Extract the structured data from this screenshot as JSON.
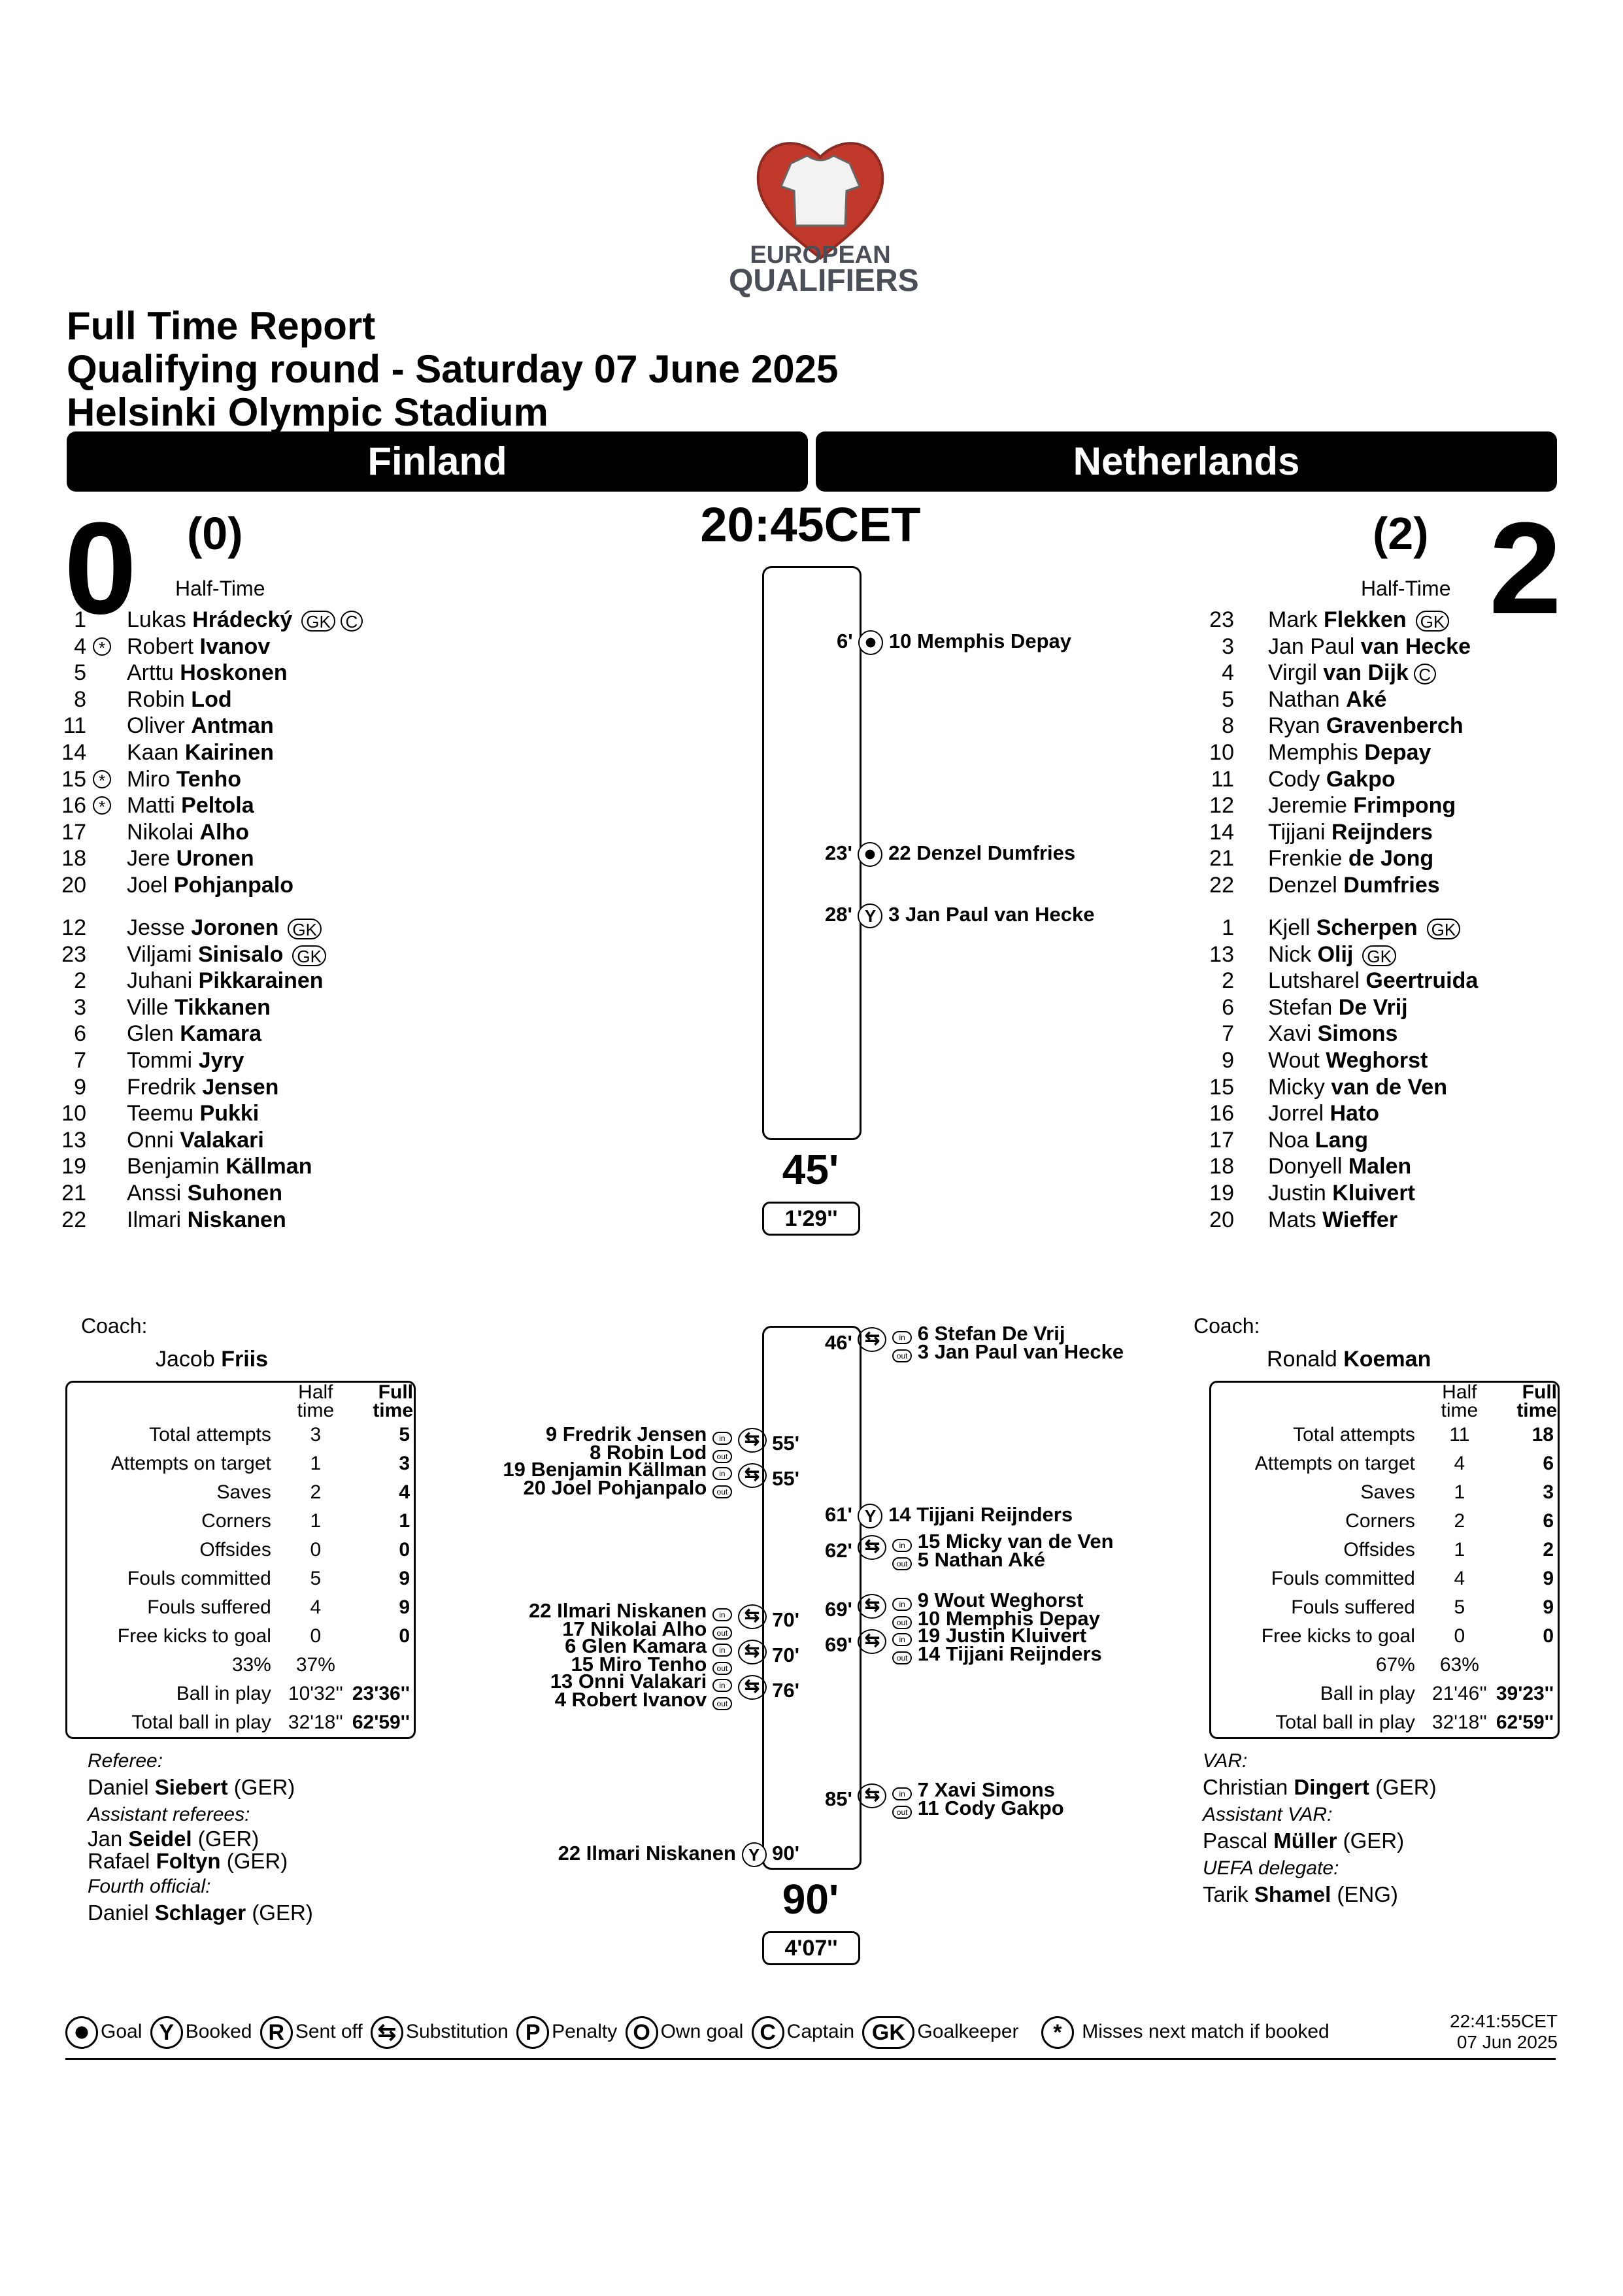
{
  "logo": {
    "line1": "EUROPEAN",
    "line2": "QUALIFIERS"
  },
  "header": {
    "title": "Full Time Report",
    "subtitle": "Qualifying round - Saturday 07 June 2025",
    "venue": "Helsinki Olympic Stadium"
  },
  "home": {
    "name": "Finland",
    "score": "0",
    "ht_score": "(0)",
    "ht_label": "Half-Time",
    "starters": [
      {
        "num": "1",
        "first": "Lukas",
        "last": "Hrádecký",
        "gk": "GK",
        "cap": "C"
      },
      {
        "num": "4",
        "first": "Robert",
        "last": "Ivanov",
        "susp": "*"
      },
      {
        "num": "5",
        "first": "Arttu",
        "last": "Hoskonen"
      },
      {
        "num": "8",
        "first": "Robin",
        "last": "Lod"
      },
      {
        "num": "11",
        "first": "Oliver",
        "last": "Antman"
      },
      {
        "num": "14",
        "first": "Kaan",
        "last": "Kairinen"
      },
      {
        "num": "15",
        "first": "Miro",
        "last": "Tenho",
        "susp": "*"
      },
      {
        "num": "16",
        "first": "Matti",
        "last": "Peltola",
        "susp": "*"
      },
      {
        "num": "17",
        "first": "Nikolai",
        "last": "Alho"
      },
      {
        "num": "18",
        "first": "Jere",
        "last": "Uronen"
      },
      {
        "num": "20",
        "first": "Joel",
        "last": "Pohjanpalo"
      }
    ],
    "subs": [
      {
        "num": "12",
        "first": "Jesse",
        "last": "Joronen",
        "gk": "GK"
      },
      {
        "num": "23",
        "first": "Viljami",
        "last": "Sinisalo",
        "gk": "GK"
      },
      {
        "num": "2",
        "first": "Juhani",
        "last": "Pikkarainen"
      },
      {
        "num": "3",
        "first": "Ville",
        "last": "Tikkanen"
      },
      {
        "num": "6",
        "first": "Glen",
        "last": "Kamara"
      },
      {
        "num": "7",
        "first": "Tommi",
        "last": "Jyry"
      },
      {
        "num": "9",
        "first": "Fredrik",
        "last": "Jensen"
      },
      {
        "num": "10",
        "first": "Teemu",
        "last": "Pukki"
      },
      {
        "num": "13",
        "first": "Onni",
        "last": "Valakari"
      },
      {
        "num": "19",
        "first": "Benjamin",
        "last": "Källman"
      },
      {
        "num": "21",
        "first": "Anssi",
        "last": "Suhonen"
      },
      {
        "num": "22",
        "first": "Ilmari",
        "last": "Niskanen"
      }
    ],
    "coach_label": "Coach:",
    "coach_first": "Jacob",
    "coach_last": "Friis",
    "stats": [
      [
        "Total attempts",
        "3",
        "5"
      ],
      [
        "Attempts on target",
        "1",
        "3"
      ],
      [
        "Saves",
        "2",
        "4"
      ],
      [
        "Corners",
        "1",
        "1"
      ],
      [
        "Offsides",
        "0",
        "0"
      ],
      [
        "Fouls committed",
        "5",
        "9"
      ],
      [
        "Fouls suffered",
        "4",
        "9"
      ],
      [
        "Free kicks to goal",
        "0",
        "0"
      ],
      [
        "33%",
        "37%",
        ""
      ],
      [
        "Ball in play",
        "10'32''",
        "23'36''"
      ],
      [
        "Total ball in play",
        "32'18''",
        "62'59''"
      ]
    ]
  },
  "away": {
    "name": "Netherlands",
    "score": "2",
    "ht_score": "(2)",
    "ht_label": "Half-Time",
    "starters": [
      {
        "num": "23",
        "first": "Mark",
        "last": "Flekken",
        "gk": "GK"
      },
      {
        "num": "3",
        "first": "Jan Paul",
        "last": "van Hecke"
      },
      {
        "num": "4",
        "first": "Virgil",
        "last": "van Dijk",
        "cap": "C"
      },
      {
        "num": "5",
        "first": "Nathan",
        "last": "Aké"
      },
      {
        "num": "8",
        "first": "Ryan",
        "last": "Gravenberch"
      },
      {
        "num": "10",
        "first": "Memphis",
        "last": "Depay"
      },
      {
        "num": "11",
        "first": "Cody",
        "last": "Gakpo"
      },
      {
        "num": "12",
        "first": "Jeremie",
        "last": "Frimpong"
      },
      {
        "num": "14",
        "first": "Tijjani",
        "last": "Reijnders"
      },
      {
        "num": "21",
        "first": "Frenkie",
        "last": "de Jong"
      },
      {
        "num": "22",
        "first": "Denzel",
        "last": "Dumfries"
      }
    ],
    "subs": [
      {
        "num": "1",
        "first": "Kjell",
        "last": "Scherpen",
        "gk": "GK"
      },
      {
        "num": "13",
        "first": "Nick",
        "last": "Olij",
        "gk": "GK"
      },
      {
        "num": "2",
        "first": "Lutsharel",
        "last": "Geertruida"
      },
      {
        "num": "6",
        "first": "Stefan",
        "last": "De Vrij"
      },
      {
        "num": "7",
        "first": "Xavi",
        "last": "Simons"
      },
      {
        "num": "9",
        "first": "Wout",
        "last": "Weghorst"
      },
      {
        "num": "15",
        "first": "Micky",
        "last": "van de Ven"
      },
      {
        "num": "16",
        "first": "Jorrel",
        "last": "Hato"
      },
      {
        "num": "17",
        "first": "Noa",
        "last": "Lang"
      },
      {
        "num": "18",
        "first": "Donyell",
        "last": "Malen"
      },
      {
        "num": "19",
        "first": "Justin",
        "last": "Kluivert"
      },
      {
        "num": "20",
        "first": "Mats",
        "last": "Wieffer"
      }
    ],
    "coach_label": "Coach:",
    "coach_first": "Ronald",
    "coach_last": "Koeman",
    "stats": [
      [
        "Total attempts",
        "11",
        "18"
      ],
      [
        "Attempts on target",
        "4",
        "6"
      ],
      [
        "Saves",
        "1",
        "3"
      ],
      [
        "Corners",
        "2",
        "6"
      ],
      [
        "Offsides",
        "1",
        "2"
      ],
      [
        "Fouls committed",
        "4",
        "9"
      ],
      [
        "Fouls suffered",
        "5",
        "9"
      ],
      [
        "Free kicks to goal",
        "0",
        "0"
      ],
      [
        "67%",
        "63%",
        ""
      ],
      [
        "Ball in play",
        "21'46''",
        "39'23''"
      ],
      [
        "Total ball in play",
        "32'18''",
        "62'59''"
      ]
    ]
  },
  "stats_header": {
    "half": "Half time",
    "full": "Full time"
  },
  "kickoff": "20:45CET",
  "first_half": {
    "label": "45'",
    "added": "1'29''"
  },
  "second_half": {
    "label": "90'",
    "added": "4'07''"
  },
  "events": {
    "g1": {
      "min": "6'",
      "text": "10 Memphis Depay"
    },
    "g2": {
      "min": "23'",
      "text": "22 Denzel Dumfries"
    },
    "y1": {
      "min": "28'",
      "text": "3 Jan Paul van Hecke"
    },
    "s46": {
      "min": "46'",
      "in": "6 Stefan De Vrij",
      "out": "3 Jan Paul van Hecke"
    },
    "h55a": {
      "min": "55'",
      "in": "9 Fredrik Jensen",
      "out": "8 Robin Lod"
    },
    "h55b": {
      "min": "55'",
      "in": "19 Benjamin Källman",
      "out": "20 Joel Pohjanpalo"
    },
    "y61": {
      "min": "61'",
      "text": "14 Tijjani Reijnders"
    },
    "s62": {
      "min": "62'",
      "in": "15 Micky van de Ven",
      "out": "5 Nathan Aké"
    },
    "s69a": {
      "min": "69'",
      "in": "9 Wout Weghorst",
      "out": "10 Memphis Depay"
    },
    "s69b": {
      "min": "69'",
      "in": "19 Justin Kluivert",
      "out": "14 Tijjani Reijnders"
    },
    "h70a": {
      "min": "70'",
      "in": "22 Ilmari Niskanen",
      "out": "17 Nikolai Alho"
    },
    "h70b": {
      "min": "70'",
      "in": "6 Glen Kamara",
      "out": "15 Miro Tenho"
    },
    "h76": {
      "min": "76'",
      "in": "13 Onni Valakari",
      "out": "4 Robert Ivanov"
    },
    "s85": {
      "min": "85'",
      "in": "7 Xavi Simons",
      "out": "11 Cody Gakpo"
    },
    "y90": {
      "min": "90'",
      "text": "22 Ilmari Niskanen"
    }
  },
  "icons": {
    "in": "in",
    "out": "out",
    "yellow": "Y",
    "sub": "⇆"
  },
  "officials_left": {
    "referee_label": "Referee:",
    "referee_first": "Daniel",
    "referee_last": "Siebert",
    "referee_nat": "(GER)",
    "assistants_label": "Assistant referees:",
    "a1_first": "Jan",
    "a1_last": "Seidel",
    "a1_nat": "(GER)",
    "a2_first": "Rafael",
    "a2_last": "Foltyn",
    "a2_nat": "(GER)",
    "fourth_label": "Fourth official:",
    "fourth_first": "Daniel",
    "fourth_last": "Schlager",
    "fourth_nat": "(GER)"
  },
  "officials_right": {
    "var_label": "VAR:",
    "var_first": "Christian",
    "var_last": "Dingert",
    "var_nat": "(GER)",
    "avar_label": "Assistant VAR:",
    "avar_first": "Pascal",
    "avar_last": "Müller",
    "avar_nat": "(GER)",
    "delegate_label": "UEFA delegate:",
    "delegate_first": "Tarik",
    "delegate_last": "Shamel",
    "delegate_nat": "(ENG)"
  },
  "legend": {
    "goal": "Goal",
    "booked": "Booked",
    "sent_off": "Sent off",
    "substitution": "Substitution",
    "penalty": "Penalty",
    "own_goal": "Own goal",
    "captain": "Captain",
    "goalkeeper": "Goalkeeper",
    "misses": "Misses next match if booked",
    "r": "R",
    "p": "P",
    "o": "O",
    "c": "C",
    "gk": "GK",
    "star": "*"
  },
  "timestamp": {
    "time": "22:41:55CET",
    "date": "07 Jun 2025"
  }
}
